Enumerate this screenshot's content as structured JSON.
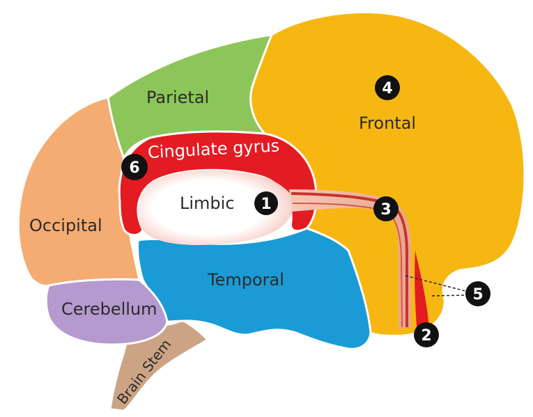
{
  "diagram": {
    "regions": {
      "frontal": {
        "label": "Frontal",
        "color": "#f7b712"
      },
      "parietal": {
        "label": "Parietal",
        "color": "#8cc65a"
      },
      "occipital": {
        "label": "Occipital",
        "color": "#f4ac72"
      },
      "temporal": {
        "label": "Temporal",
        "color": "#1a9bd6"
      },
      "cingulate": {
        "label": "Cingulate gyrus",
        "color": "#e31b23"
      },
      "limbic": {
        "label": "Limbic",
        "color": "#ffffff"
      },
      "cerebellum": {
        "label": "Cerebellum",
        "color": "#b59ad0"
      },
      "brainstem": {
        "label": "Brain Stem",
        "color": "#cca485"
      }
    },
    "markers": {
      "m1": "1",
      "m2": "2",
      "m3": "3",
      "m4": "4",
      "m5": "5",
      "m6": "6"
    },
    "colors": {
      "outline": "#ffffff",
      "badge": "#111111",
      "tract": "#c8332c"
    }
  }
}
